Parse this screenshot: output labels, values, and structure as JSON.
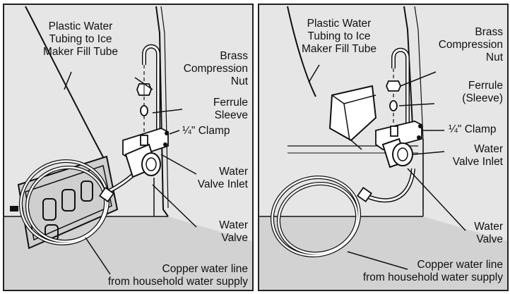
{
  "figures": [
    {
      "labels": {
        "tubing": "Plastic Water\nTubing to Ice\nMaker Fill Tube",
        "nut": "Brass\nCompression\nNut",
        "ferrule": "Ferrule\nSleeve",
        "clamp": "¼\" Clamp",
        "inlet": "Water\nValve Inlet",
        "valve": "Water\nValve",
        "copper": "Copper water line\nfrom household water supply"
      }
    },
    {
      "labels": {
        "tubing": "Plastic Water\nTubing to Ice\nMaker Fill Tube",
        "nut": "Brass\nCompression\nNut",
        "ferrule": "Ferrule\n(Sleeve)",
        "clamp": "¼\" Clamp",
        "inlet": "Water\nValve Inlet",
        "valve": "Water\nValve",
        "copper": "Copper water line\nfrom household water supply"
      }
    }
  ],
  "colors": {
    "panel_bg": "#e6e6e6",
    "floor": "#d2d2d2",
    "line": "#111111",
    "part_fill": "#ffffff"
  }
}
